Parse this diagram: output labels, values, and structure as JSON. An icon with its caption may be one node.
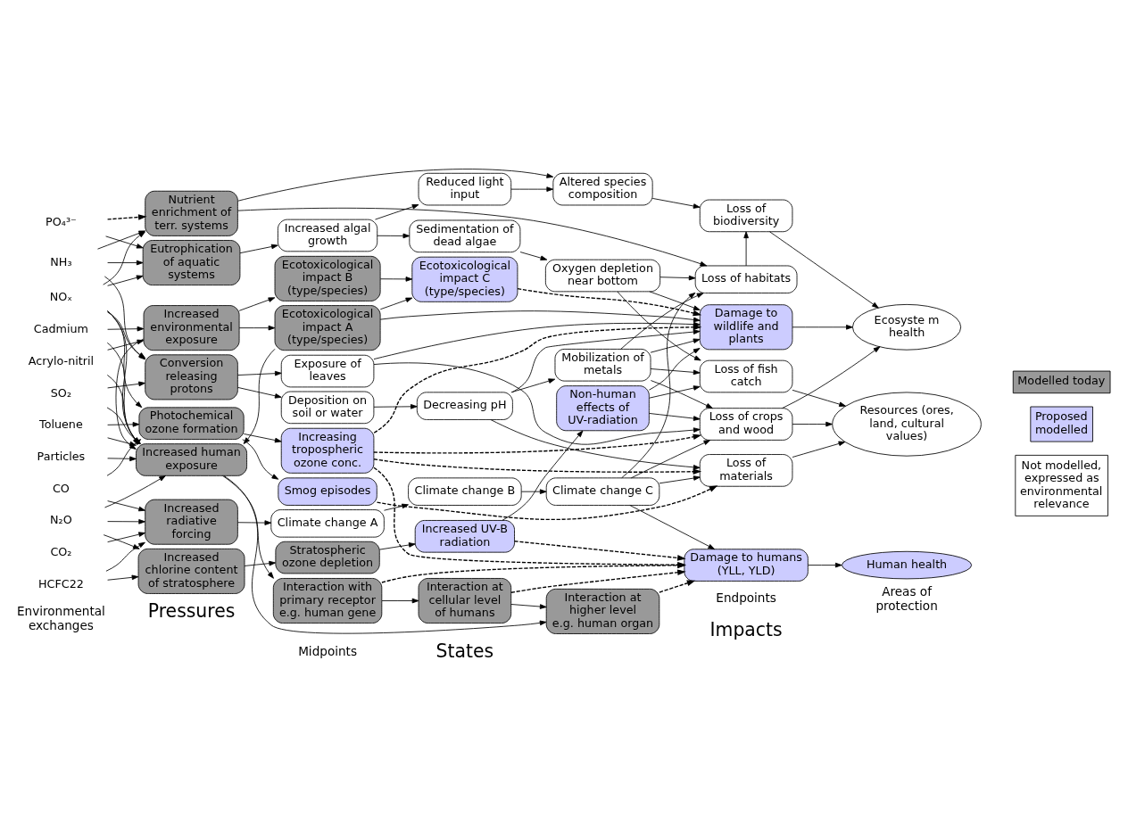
{
  "diagram": {
    "nodes": [
      {
        "text": [
          "CO₂"
        ]
      },
      {
        "text": [
          "HCFC22"
        ]
      },
      {
        "text": [
          "N₂O"
        ]
      },
      {
        "text": [
          "Cadmium"
        ]
      },
      {
        "text": [
          "Acrylo-nitril"
        ]
      },
      {
        "text": [
          "Particles"
        ]
      },
      {
        "text": [
          "SO₂"
        ]
      },
      {
        "text": [
          "NOₓ"
        ]
      },
      {
        "text": [
          "Toluene"
        ]
      },
      {
        "text": [
          "CO"
        ]
      },
      {
        "text": [
          "NH₃"
        ]
      },
      {
        "text": [
          "PO₄³⁻"
        ]
      },
      {
        "text": [
          "Increased radiative forcing"
        ]
      },
      {
        "text": [
          "Increased chlorine content of stratosphere"
        ]
      },
      {
        "text": [
          "Increased human exposure"
        ]
      },
      {
        "text": [
          "Increased environmental exposure"
        ]
      },
      {
        "text": [
          "Conversion releasing protons"
        ]
      },
      {
        "text": [
          "Photochemical ozone formation"
        ]
      },
      {
        "text": [
          "Eutrophication of aquatic systems"
        ]
      },
      {
        "text": [
          "Nutrient enrichment of terr. systems"
        ]
      },
      {
        "text": [
          "Climate change A"
        ]
      },
      {
        "text": [
          "Stratospheric ozone depletion"
        ]
      },
      {
        "text": [
          "Interaction with primary receptor e.g. human gene"
        ]
      },
      {
        "text": [
          "Ecotoxicological impact A (type/species)"
        ]
      },
      {
        "text": [
          "Ecotoxicological impact B (type/species)"
        ]
      },
      {
        "text": [
          "Exposure of leaves"
        ]
      },
      {
        "text": [
          "Deposition on soil or water"
        ]
      },
      {
        "text": [
          "Smog episodes"
        ]
      },
      {
        "text": [
          "Increasing tropospheric ozone conc."
        ]
      },
      {
        "text": [
          "Increased algal growth"
        ]
      },
      {
        "text": [
          "Climate change B"
        ]
      },
      {
        "text": [
          "Increased UV-B radiation"
        ]
      },
      {
        "text": [
          "Interaction at cellular level of humans"
        ]
      },
      {
        "text": [
          "Interaction at higher level e.g. human organ"
        ]
      },
      {
        "text": [
          "Ecotoxicological impact C (type/species)"
        ]
      },
      {
        "text": [
          "Decreasing pH"
        ]
      },
      {
        "text": [
          "Sedimentation of dead algae"
        ]
      },
      {
        "text": [
          "Reduced light input"
        ]
      },
      {
        "text": [
          "Climate change C"
        ]
      },
      {
        "text": [
          "Non-human effects of UV-radiation"
        ]
      },
      {
        "text": [
          "Mobilization of metals"
        ]
      },
      {
        "text": [
          "Oxygen depletion near bottom"
        ]
      },
      {
        "text": [
          "Altered species composition"
        ]
      },
      {
        "text": [
          "Loss of habitats"
        ]
      },
      {
        "text": [
          "Damage to humans (YLL, YLD)"
        ]
      },
      {
        "text": [
          "Damage to wildlife and plants"
        ]
      },
      {
        "text": [
          "Loss of biodiversity"
        ]
      },
      {
        "text": [
          "Loss of crops and wood"
        ]
      },
      {
        "text": [
          "Loss of materials"
        ]
      },
      {
        "text": [
          "Loss of fish catch"
        ]
      },
      {
        "text": [
          "Human health"
        ]
      },
      {
        "text": [
          "Ecosyste m health"
        ]
      },
      {
        "text": [
          "Resources (ores, land, cultural values)"
        ]
      }
    ],
    "edges": [
      {
        "from": 0,
        "to": 12,
        "arrow": "to"
      },
      {
        "from": 1,
        "to": 12,
        "arrow": "to"
      },
      {
        "from": 1,
        "to": 13,
        "arrow": "to"
      },
      {
        "from": 2,
        "to": 12,
        "arrow": "to"
      },
      {
        "from": 2,
        "to": 13,
        "arrow": "to"
      },
      {
        "from": 2,
        "to": 14,
        "arrow": "to"
      },
      {
        "from": 3,
        "to": 14,
        "arrow": "to"
      },
      {
        "from": 3,
        "to": 15,
        "arrow": "to"
      },
      {
        "from": 4,
        "to": 14,
        "arrow": "to"
      },
      {
        "from": 4,
        "to": 15,
        "arrow": "to"
      },
      {
        "from": 5,
        "to": 14,
        "arrow": "to"
      },
      {
        "from": 6,
        "to": 14,
        "arrow": "to"
      },
      {
        "from": 6,
        "to": 16,
        "arrow": "to"
      },
      {
        "from": 7,
        "to": 14,
        "arrow": "to"
      },
      {
        "from": 7,
        "to": 16,
        "arrow": "to"
      },
      {
        "from": 7,
        "to": 17,
        "arrow": "to"
      },
      {
        "from": 7,
        "to": 18,
        "arrow": "to"
      },
      {
        "from": 7,
        "to": 19,
        "arrow": "to"
      },
      {
        "from": 8,
        "to": 14,
        "arrow": "to"
      },
      {
        "from": 8,
        "to": 17,
        "arrow": "to"
      },
      {
        "from": 9,
        "to": 12,
        "arrow": "to"
      },
      {
        "from": 9,
        "to": 17,
        "arrow": "to"
      },
      {
        "from": 10,
        "to": 16,
        "arrow": "to"
      },
      {
        "from": 10,
        "to": 18,
        "arrow": "to"
      },
      {
        "from": 10,
        "to": 19,
        "arrow": "to"
      },
      {
        "from": 11,
        "to": 18,
        "arrow": "to"
      },
      {
        "from": 11,
        "to": 19,
        "arrow": "to",
        "style": "dashed"
      },
      {
        "from": 12,
        "to": 20,
        "arrow": "to"
      },
      {
        "from": 13,
        "to": 21,
        "arrow": "to"
      },
      {
        "from": 14,
        "to": 22,
        "arrow": "to"
      },
      {
        "from": 14,
        "to": 33,
        "arrow": "to"
      },
      {
        "from": 15,
        "to": 14,
        "arrow": "to"
      },
      {
        "from": 23,
        "to": 14,
        "arrow": "to"
      },
      {
        "from": 15,
        "to": 23,
        "arrow": "to"
      },
      {
        "from": 15,
        "to": 24,
        "arrow": "to"
      },
      {
        "from": 16,
        "to": 25,
        "arrow": "to"
      },
      {
        "from": 16,
        "to": 26,
        "arrow": "to"
      },
      {
        "from": 17,
        "to": 27,
        "arrow": "to"
      },
      {
        "from": 17,
        "to": 28,
        "arrow": "to"
      },
      {
        "from": 18,
        "to": 29,
        "arrow": "to"
      },
      {
        "from": 19,
        "to": 42,
        "arrow": "to"
      },
      {
        "from": 19,
        "to": 43,
        "arrow": "to"
      },
      {
        "from": 20,
        "to": 30,
        "arrow": "to"
      },
      {
        "from": 21,
        "to": 31,
        "arrow": "to"
      },
      {
        "from": 22,
        "to": 32,
        "arrow": "to"
      },
      {
        "from": 32,
        "to": 33,
        "arrow": "to"
      },
      {
        "from": 23,
        "to": 34,
        "arrow": "to"
      },
      {
        "from": 24,
        "to": 34,
        "arrow": "to"
      },
      {
        "from": 26,
        "to": 35,
        "arrow": "to"
      },
      {
        "from": 29,
        "to": 36,
        "arrow": "to"
      },
      {
        "from": 29,
        "to": 37,
        "arrow": "to"
      },
      {
        "from": 30,
        "to": 38,
        "arrow": "to"
      },
      {
        "from": 31,
        "to": 39,
        "arrow": "to"
      },
      {
        "from": 35,
        "to": 40,
        "arrow": "to"
      },
      {
        "from": 36,
        "to": 41,
        "arrow": "to"
      },
      {
        "from": 37,
        "to": 42,
        "arrow": "to"
      },
      {
        "from": 38,
        "to": 43,
        "arrow": "to"
      },
      {
        "from": 38,
        "to": 44,
        "arrow": "to"
      },
      {
        "from": 38,
        "to": 47,
        "arrow": "to"
      },
      {
        "from": 38,
        "to": 48,
        "arrow": "to"
      },
      {
        "from": 31,
        "to": 44,
        "arrow": "to",
        "style": "dashed"
      },
      {
        "from": 22,
        "to": 44,
        "arrow": "to",
        "style": "dashed"
      },
      {
        "from": 32,
        "to": 44,
        "arrow": "to",
        "style": "dashed"
      },
      {
        "from": 33,
        "to": 44,
        "arrow": "to",
        "style": "dashed"
      },
      {
        "from": 28,
        "to": 44,
        "arrow": "to",
        "style": "dashed"
      },
      {
        "from": 39,
        "to": 45,
        "arrow": "to"
      },
      {
        "from": 39,
        "to": 47,
        "arrow": "to"
      },
      {
        "from": 39,
        "to": 49,
        "arrow": "to"
      },
      {
        "from": 23,
        "to": 45,
        "arrow": "to"
      },
      {
        "from": 34,
        "to": 45,
        "arrow": "to",
        "style": "dashed"
      },
      {
        "from": 28,
        "to": 45,
        "arrow": "to",
        "style": "dashed"
      },
      {
        "from": 25,
        "to": 45,
        "arrow": "to"
      },
      {
        "from": 25,
        "to": 47,
        "arrow": "to"
      },
      {
        "from": 35,
        "to": 45,
        "arrow": "to"
      },
      {
        "from": 35,
        "to": 48,
        "arrow": "to"
      },
      {
        "from": 40,
        "to": 43,
        "arrow": "to"
      },
      {
        "from": 40,
        "to": 45,
        "arrow": "to"
      },
      {
        "from": 40,
        "to": 47,
        "arrow": "to"
      },
      {
        "from": 40,
        "to": 49,
        "arrow": "to"
      },
      {
        "from": 27,
        "to": 48,
        "arrow": "to",
        "style": "dashed"
      },
      {
        "from": 28,
        "to": 47,
        "arrow": "to",
        "style": "dashed"
      },
      {
        "from": 28,
        "to": 48,
        "arrow": "to",
        "style": "dashed"
      },
      {
        "from": 41,
        "to": 43,
        "arrow": "to"
      },
      {
        "from": 41,
        "to": 45,
        "arrow": "to"
      },
      {
        "from": 41,
        "to": 49,
        "arrow": "to"
      },
      {
        "from": 42,
        "to": 46,
        "arrow": "to"
      },
      {
        "from": 43,
        "to": 46,
        "arrow": "to"
      },
      {
        "from": 44,
        "to": 50,
        "arrow": "to"
      },
      {
        "from": 45,
        "to": 51,
        "arrow": "to"
      },
      {
        "from": 46,
        "to": 51,
        "arrow": "to"
      },
      {
        "from": 47,
        "to": 51,
        "arrow": "to"
      },
      {
        "from": 47,
        "to": 52,
        "arrow": "to"
      },
      {
        "from": 48,
        "to": 52,
        "arrow": "to"
      },
      {
        "from": 49,
        "to": 52,
        "arrow": "to"
      }
    ],
    "labels": [
      "Pressures",
      "States",
      "Impacts",
      "Environmental exchanges",
      "Midpoints",
      "Endpoints",
      "Areas of protection"
    ],
    "legend": [
      {
        "text": "Modelled today",
        "color": "#999999"
      },
      {
        "text": "Proposed modelled",
        "color": "#ccccff"
      },
      {
        "text": "Not modelled, expressed as environmental relevance",
        "color": "#ffffff"
      }
    ]
  }
}
